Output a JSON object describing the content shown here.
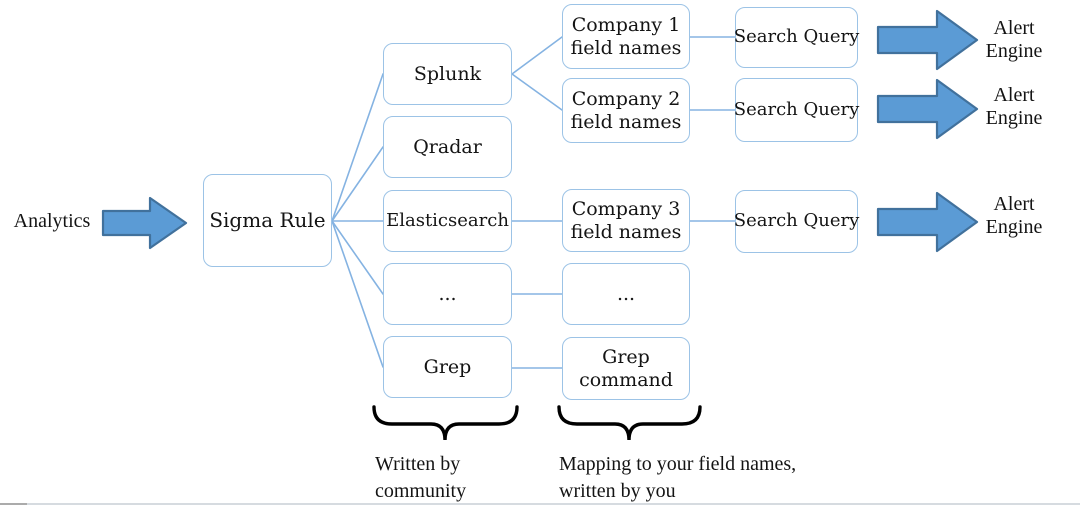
{
  "colors": {
    "box_border": "#9cc3e6",
    "connector": "#85b3e2",
    "arrow_fill": "#5b9bd5",
    "arrow_stroke": "#41719c",
    "text_color": "#141414",
    "brace_color": "#000000",
    "rule_dark": "#ababab",
    "rule_light": "#d6dbe0"
  },
  "diagram": {
    "input_label": "Analytics",
    "root": {
      "label": "Sigma Rule"
    },
    "backends": {
      "splunk": "Splunk",
      "qradar": "Qradar",
      "elasticsearch": "Elasticsearch",
      "ellipsis": "...",
      "grep": "Grep"
    },
    "mappings": {
      "company1": {
        "lines": [
          "Company 1",
          "field names"
        ]
      },
      "company2": {
        "lines": [
          "Company 2",
          "field names"
        ]
      },
      "company3": {
        "lines": [
          "Company 3",
          "field names"
        ]
      },
      "ellipsis": {
        "lines": [
          "..."
        ]
      },
      "grep_command": {
        "lines": [
          "Grep",
          "command"
        ]
      }
    },
    "queries": {
      "q1": "Search Query",
      "q2": "Search Query",
      "q3": "Search Query"
    },
    "outputs": {
      "alert1": {
        "lines": [
          "Alert",
          "Engine"
        ]
      },
      "alert2": {
        "lines": [
          "Alert",
          "Engine"
        ]
      },
      "alert3": {
        "lines": [
          "Alert",
          "Engine"
        ]
      }
    },
    "annotations": {
      "community": {
        "lines": [
          "Written by",
          "community"
        ]
      },
      "mapping": {
        "lines": [
          "Mapping to your field names,",
          "written by you"
        ]
      }
    }
  }
}
